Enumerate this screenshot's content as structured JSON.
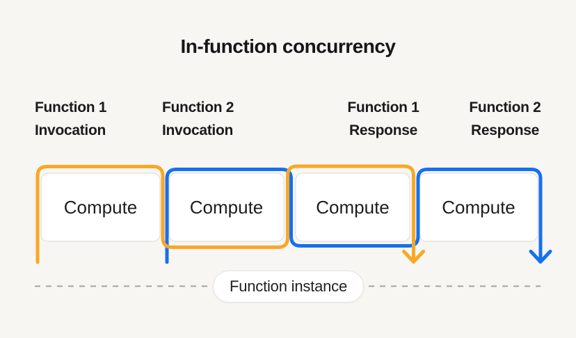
{
  "title": "In-function concurrency",
  "timeline_labels": [
    {
      "line1": "Function 1",
      "line2": "Invocation"
    },
    {
      "line1": "Function 2",
      "line2": "Invocation"
    },
    {
      "line1": "Function 1",
      "line2": "Response"
    },
    {
      "line1": "Function 2",
      "line2": "Response"
    }
  ],
  "compute_boxes": [
    {
      "label": "Compute"
    },
    {
      "label": "Compute"
    },
    {
      "label": "Compute"
    },
    {
      "label": "Compute"
    }
  ],
  "instance": {
    "label": "Function instance"
  },
  "flows": [
    {
      "name": "Function 1",
      "color": "#F9A825"
    },
    {
      "name": "Function 2",
      "color": "#1670F0"
    }
  ],
  "colors": {
    "background": "#f7f6f3",
    "orange": "#F9A825",
    "blue": "#1670F0",
    "box_fill": "#ffffff",
    "box_border": "#d8d8d8",
    "dash_line": "#a3a3a3",
    "text": "#1a1a1a"
  }
}
